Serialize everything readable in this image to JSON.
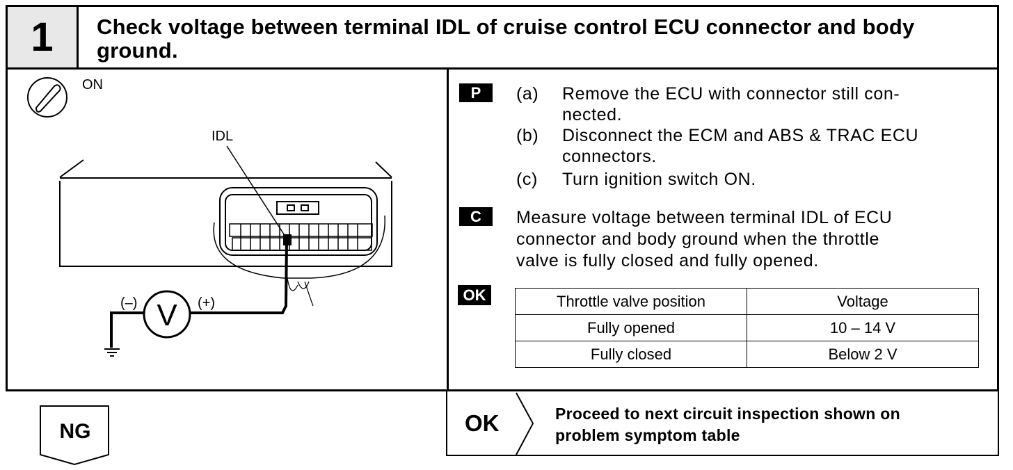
{
  "header": {
    "step_number": "1",
    "title": "Check voltage between terminal IDL of cruise control ECU connector and body ground."
  },
  "diagram": {
    "ignition_label": "ON",
    "terminal_label": "IDL",
    "minus_label": "(–)",
    "plus_label": "(+)",
    "voltmeter_symbol": "V"
  },
  "procedure": {
    "tag_p": "P",
    "steps": [
      {
        "label": "(a)",
        "text": "Remove the ECU with connector still con-",
        "text2": "nected."
      },
      {
        "label": "(b)",
        "text": "Disconnect the ECM and ABS & TRAC ECU",
        "text2": "connectors."
      },
      {
        "label": "(c)",
        "text": "Turn ignition switch ON."
      }
    ],
    "tag_c": "C",
    "check_lines": [
      "Measure voltage between terminal IDL of ECU",
      "connector and body ground when the throttle",
      "valve is fully closed and fully opened."
    ],
    "tag_ok": "OK"
  },
  "spec_table": {
    "headers": [
      "Throttle valve position",
      "Voltage"
    ],
    "rows": [
      [
        "Fully opened",
        "10 – 14 V"
      ],
      [
        "Fully closed",
        "Below 2 V"
      ]
    ]
  },
  "result": {
    "ok_label": "OK",
    "ok_text_line1": "Proceed to next circuit inspection shown on",
    "ok_text_line2": "problem symptom table",
    "ng_label": "NG"
  }
}
